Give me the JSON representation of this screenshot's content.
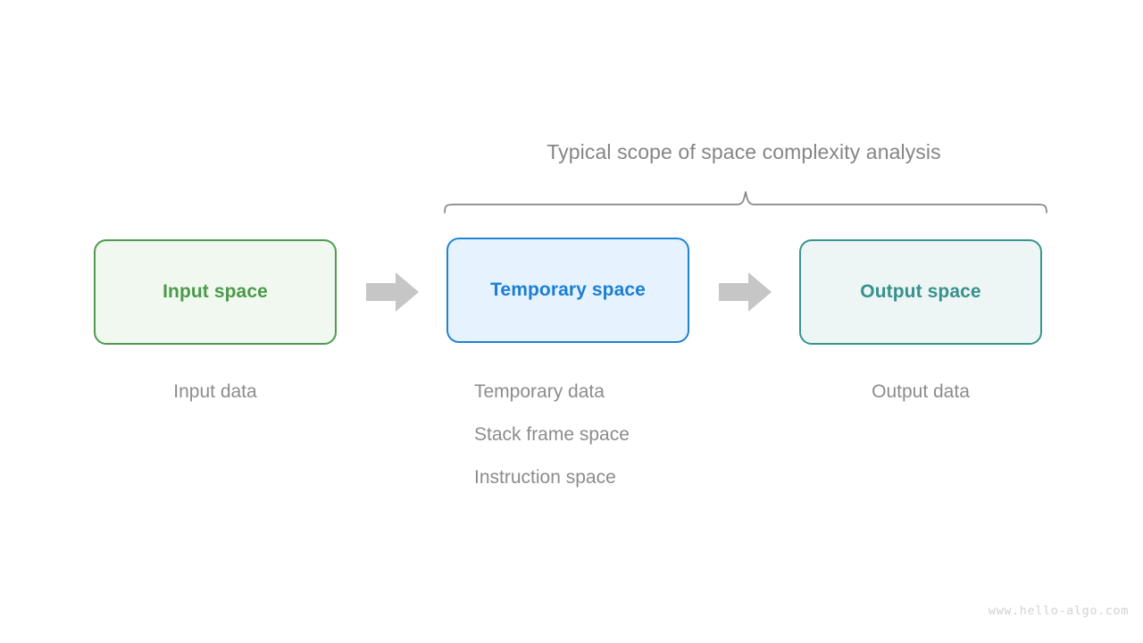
{
  "diagram": {
    "scope_title": "Typical scope of space complexity analysis",
    "boxes": [
      {
        "id": "input",
        "label": "Input space",
        "color": "#4a9a4a",
        "border": "#4f9a4f",
        "fill": "#f1f8f0"
      },
      {
        "id": "temp",
        "label": "Temporary space",
        "color": "#1a7fd4",
        "border": "#1e85d0",
        "fill": "#e6f2fd"
      },
      {
        "id": "output",
        "label": "Output space",
        "color": "#36918c",
        "border": "#389490",
        "fill": "#eef6f5"
      }
    ],
    "arrows": [
      {
        "id": "arrow-input-to-temp",
        "icon": "right-arrow-icon",
        "color": "#c6c6c6"
      },
      {
        "id": "arrow-temp-to-output",
        "icon": "right-arrow-icon",
        "color": "#c6c6c6"
      }
    ],
    "brace": {
      "icon": "curly-brace-icon",
      "color": "#858585",
      "spans": [
        "temp",
        "output"
      ]
    },
    "captions": {
      "input": [
        "Input data"
      ],
      "temp": [
        "Temporary data",
        "Stack frame space",
        "Instruction space"
      ],
      "output": [
        "Output data"
      ]
    },
    "caption_color": "#8c8c8c",
    "watermark": "www.hello-algo.com"
  }
}
